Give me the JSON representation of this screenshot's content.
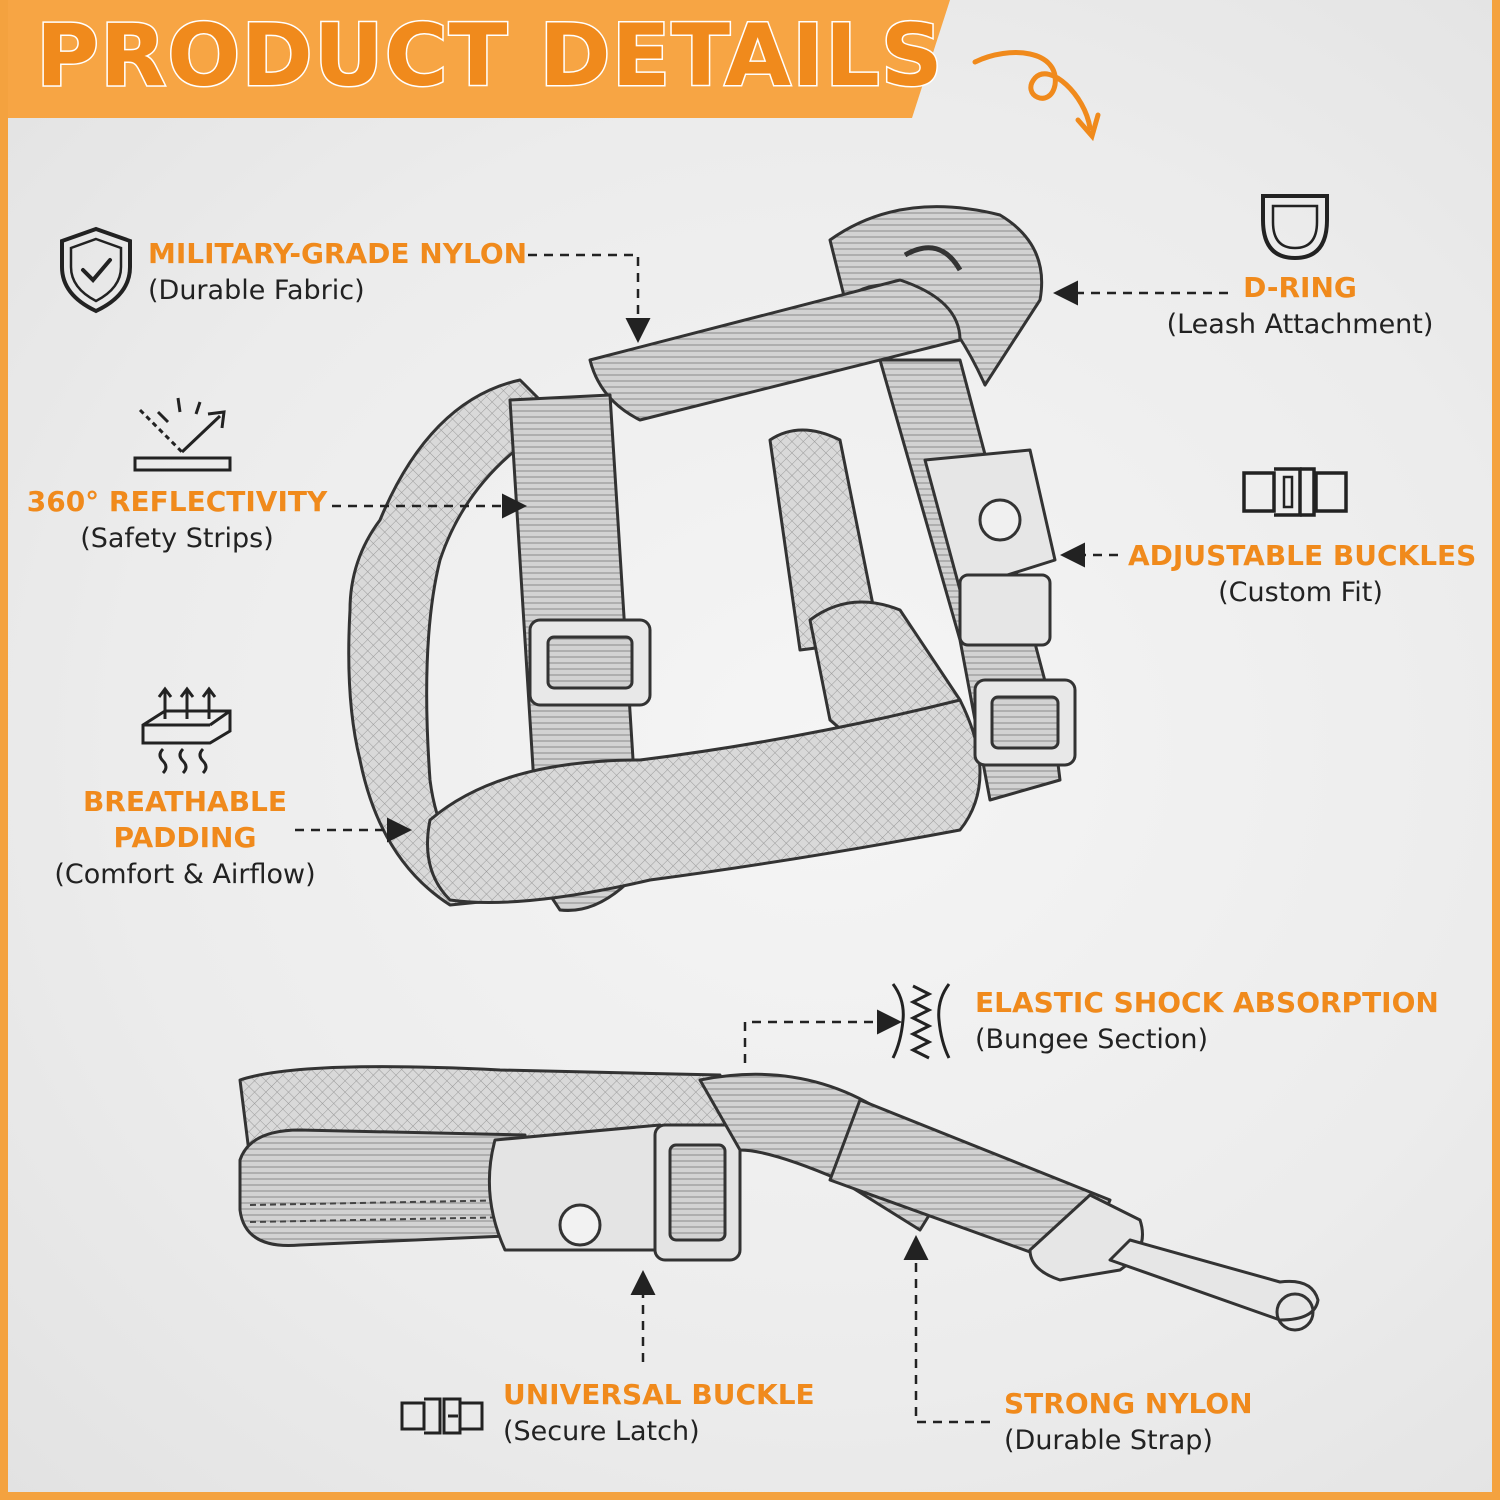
{
  "header": {
    "title": "PRODUCT DETAILS"
  },
  "features": [
    {
      "title": "MILITARY-GRADE NYLON",
      "subtitle": "(Durable Fabric)",
      "icon": "shield-check-icon"
    },
    {
      "title": "D-RING",
      "subtitle": "(Leash Attachment)",
      "icon": "d-ring-icon"
    },
    {
      "title": "360° REFLECTIVITY",
      "subtitle": "(Safety Strips)",
      "icon": "reflect-icon"
    },
    {
      "title": "ADJUSTABLE BUCKLES",
      "subtitle": "(Custom Fit)",
      "icon": "buckle-icon"
    },
    {
      "title": "BREATHABLE",
      "title2": "PADDING",
      "subtitle": "(Comfort & Airflow)",
      "icon": "airflow-icon"
    },
    {
      "title": "ELASTIC SHOCK ABSORPTION",
      "subtitle": "(Bungee Section)",
      "icon": "spring-icon"
    },
    {
      "title": "UNIVERSAL BUCKLE",
      "subtitle": "(Secure Latch)",
      "icon": "latch-icon"
    },
    {
      "title": "STRONG NYLON",
      "subtitle": "(Durable Strap)",
      "icon": ""
    }
  ],
  "colors": {
    "accent": "#f08a1c",
    "banner": "#f7a544",
    "ink": "#222222",
    "line": "#555555"
  }
}
